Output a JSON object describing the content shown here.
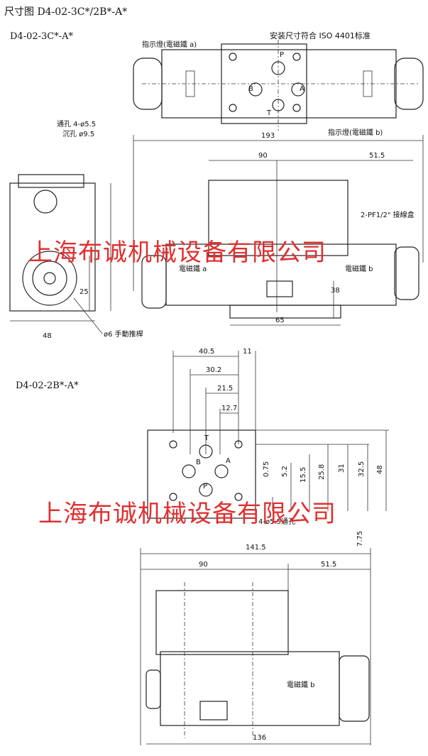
{
  "title": "尺寸图 D4-02-3C*/2B*-A*",
  "section1": {
    "model": "D4-02-3C*-A*",
    "iso_note": "安装尺寸符合 ISO 4401标准",
    "indicator_a": "指示燈(電磁鐵 a)",
    "indicator_b": "指示燈(電磁鐵 b)",
    "hole1": "通孔 4-ø5.5",
    "hole2": "沉孔 ø9.5",
    "dim_193": "193",
    "dim_90": "90",
    "dim_515": "51.5",
    "connector": "2-PF1/2\" 接線盒",
    "solenoid_a": "電磁鐵 a",
    "solenoid_b": "電磁鐵 b",
    "dim_38": "38",
    "dim_65": "65",
    "dim_25": "25",
    "dim_48": "48",
    "manual": "ø6 手動推桿",
    "port_p": "P",
    "port_a": "A",
    "port_b": "B",
    "port_t": "T"
  },
  "section2": {
    "model": "D4-02-2B*-A*",
    "dim_405": "40.5",
    "dim_11": "11",
    "dim_302": "30.2",
    "dim_215": "21.5",
    "dim_127": "12.7",
    "dim_075": "0.75",
    "dim_52": "5.2",
    "dim_155": "15.5",
    "dim_258": "25.8",
    "dim_31": "31",
    "dim_325": "32.5",
    "dim_48": "48",
    "dim_775": "7.75",
    "hole": "4-ø5.5通孔",
    "port_t": "T",
    "port_b": "B",
    "port_a": "A",
    "port_p": "P",
    "dim_1415": "141.5",
    "dim_90": "90",
    "dim_515": "51.5",
    "solenoid_b": "電磁鐵 b",
    "dim_136": "136"
  },
  "watermark": "上海布诚机械设备有限公司"
}
